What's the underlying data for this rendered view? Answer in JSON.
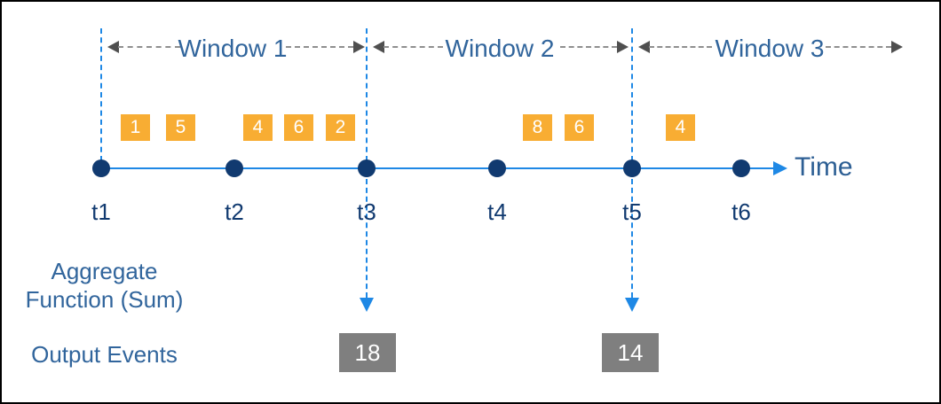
{
  "windows": [
    {
      "label": "Window 1",
      "events": [
        "1",
        "5",
        "4",
        "6",
        "2"
      ],
      "output": "18"
    },
    {
      "label": "Window 2",
      "events": [
        "8",
        "6"
      ],
      "output": "14"
    },
    {
      "label": "Window 3",
      "events": [
        "4"
      ]
    }
  ],
  "timeline": {
    "ticks": [
      "t1",
      "t2",
      "t3",
      "t4",
      "t5",
      "t6"
    ],
    "axis_label": "Time"
  },
  "labels": {
    "aggregate_line1": "Aggregate",
    "aggregate_line2": "Function (Sum)",
    "output_events": "Output Events"
  },
  "colors": {
    "accent_blue": "#1e88e5",
    "dot_navy": "#113a70",
    "label_blue": "#31659c",
    "event_orange": "#f8ad33",
    "output_gray": "#7f7f7f",
    "arrow_gray": "#8f8f8f"
  }
}
